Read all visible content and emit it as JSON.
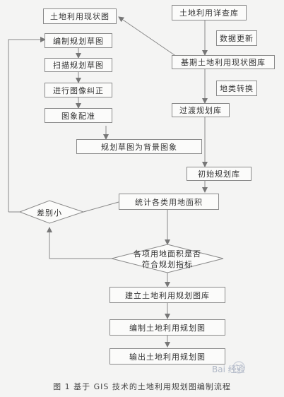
{
  "diagram": {
    "boxes": {
      "current_map": "土地利用现状图",
      "detail_db": "土地利用详查库",
      "draft_map": "编制规划草图",
      "scan_draft": "扫描规划草图",
      "correction": "进行图像纠正",
      "registration": "图象配准",
      "base_db": "基期土地利用现状图库",
      "transition_db": "过渡规划库",
      "background": "规划草图为背景图象",
      "initial_db": "初始规划库",
      "area_stats": "统计各类用地面积",
      "build_db": "建立土地利用规划图库",
      "make_map": "编制土地利用规划图",
      "output_map": "输出土地利用规划图"
    },
    "decision": {
      "label_line1": "各项用地面积是否",
      "label_line2": "符合规划指标"
    },
    "flags": {
      "small_diff": "差别小"
    },
    "edge_labels": {
      "data_update": "数据更新",
      "landclass_convert": "地类转换"
    },
    "caption": "图 1   基于 GIS 技术的土地利用规划图编制流程",
    "watermark_text": "Bai 经验"
  }
}
